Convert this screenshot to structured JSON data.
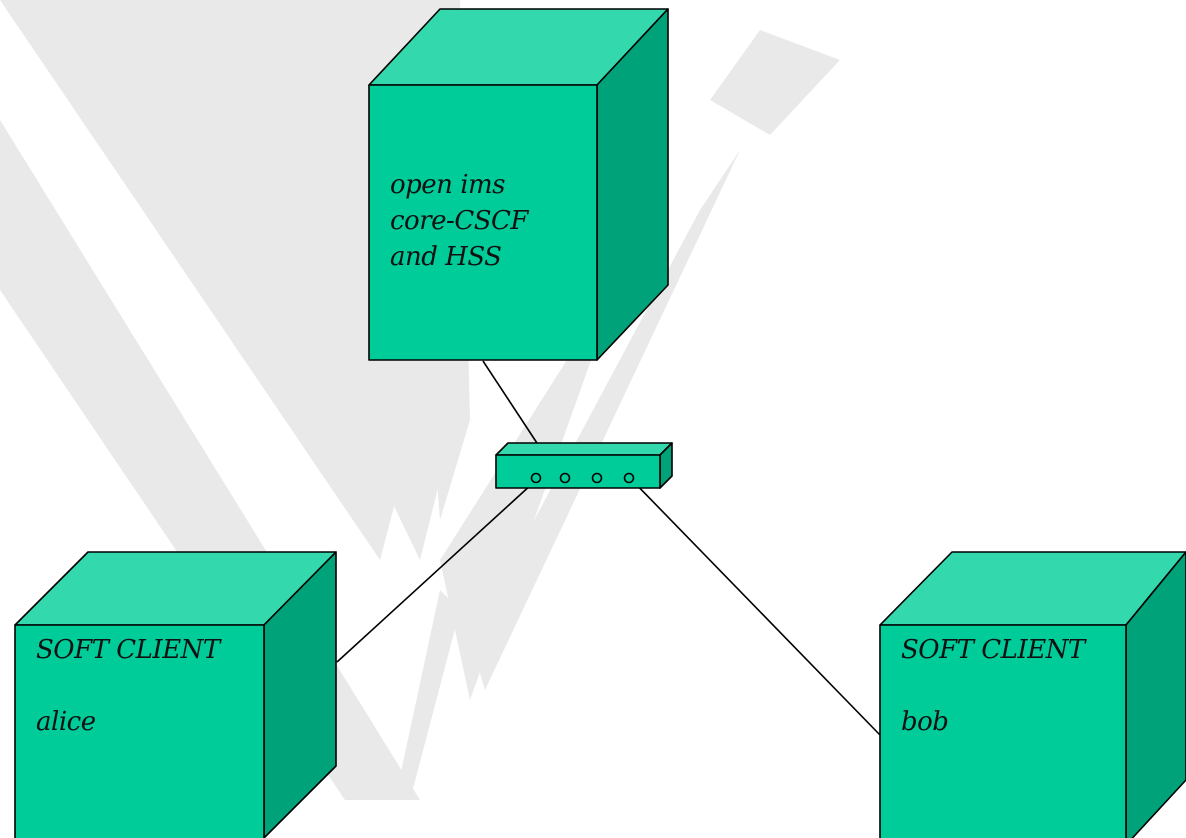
{
  "colors": {
    "front": "#00CC99",
    "top": "#33D9AD",
    "side": "#00A27A",
    "watermark": "#E9E9E9",
    "line": "#000000"
  },
  "nodes": {
    "server": {
      "label_lines": [
        "open ims",
        "core-CSCF",
        "and  HSS"
      ]
    },
    "client_alice": {
      "label_lines": [
        "SOFT CLIENT",
        "",
        "alice"
      ]
    },
    "client_bob": {
      "label_lines": [
        "SOFT CLIENT",
        "",
        "bob"
      ]
    },
    "switch": {
      "port_count": 4
    }
  },
  "edges": [
    {
      "from": "server",
      "to": "switch"
    },
    {
      "from": "client_alice",
      "to": "switch"
    },
    {
      "from": "switch",
      "to": "client_bob"
    }
  ]
}
